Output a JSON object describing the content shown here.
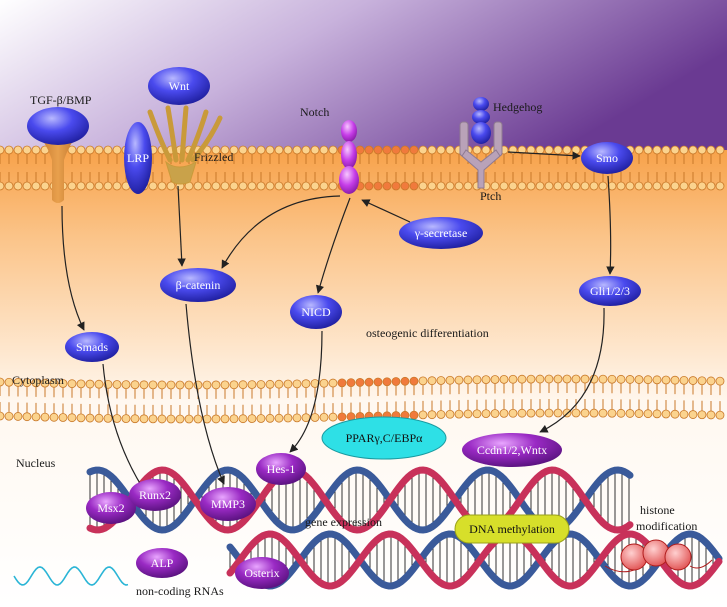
{
  "receptors": {
    "tgf": "TGF-β/BMP",
    "wnt": "Wnt",
    "lrp": "LRP",
    "frizzled": "Frizzled",
    "notch": "Notch",
    "hedgehog": "Hedgehog",
    "ptch": "Ptch",
    "smo": "Smo"
  },
  "cytoplasm_nodes": {
    "gamma_secretase": "γ-secretase",
    "beta_catenin": "β-catenin",
    "nicd": "NICD",
    "gli": "Gli1/2/3",
    "smads": "Smads"
  },
  "region_labels": {
    "osteogenic": "osteogenic differentiation",
    "cytoplasm": "Cytoplasm",
    "nucleus": "Nucleus"
  },
  "nuclear_nodes": {
    "pparg": "PPARγ,C/EBPα",
    "hes1": "Hes-1",
    "ccdn": "Ccdn1/2,Wntx",
    "msx2": "Msx2",
    "runx2": "Runx2",
    "mmp3": "MMP3",
    "alp": "ALP",
    "osterix": "Osterix",
    "dna_methylation": "DNA methylation"
  },
  "annotations": {
    "gene_expression": "gene expression",
    "histone": "histone",
    "modification": "modification",
    "ncrna": "non-coding RNAs"
  },
  "colors": {
    "blue_node": "#3b3bd8",
    "purple_node": "#8a1fb0",
    "cyan_box": "#2ee0e6",
    "yellow_box": "#d7df2a",
    "membrane_orange": "#f7a24a",
    "top_purple": "#6a3a92"
  }
}
